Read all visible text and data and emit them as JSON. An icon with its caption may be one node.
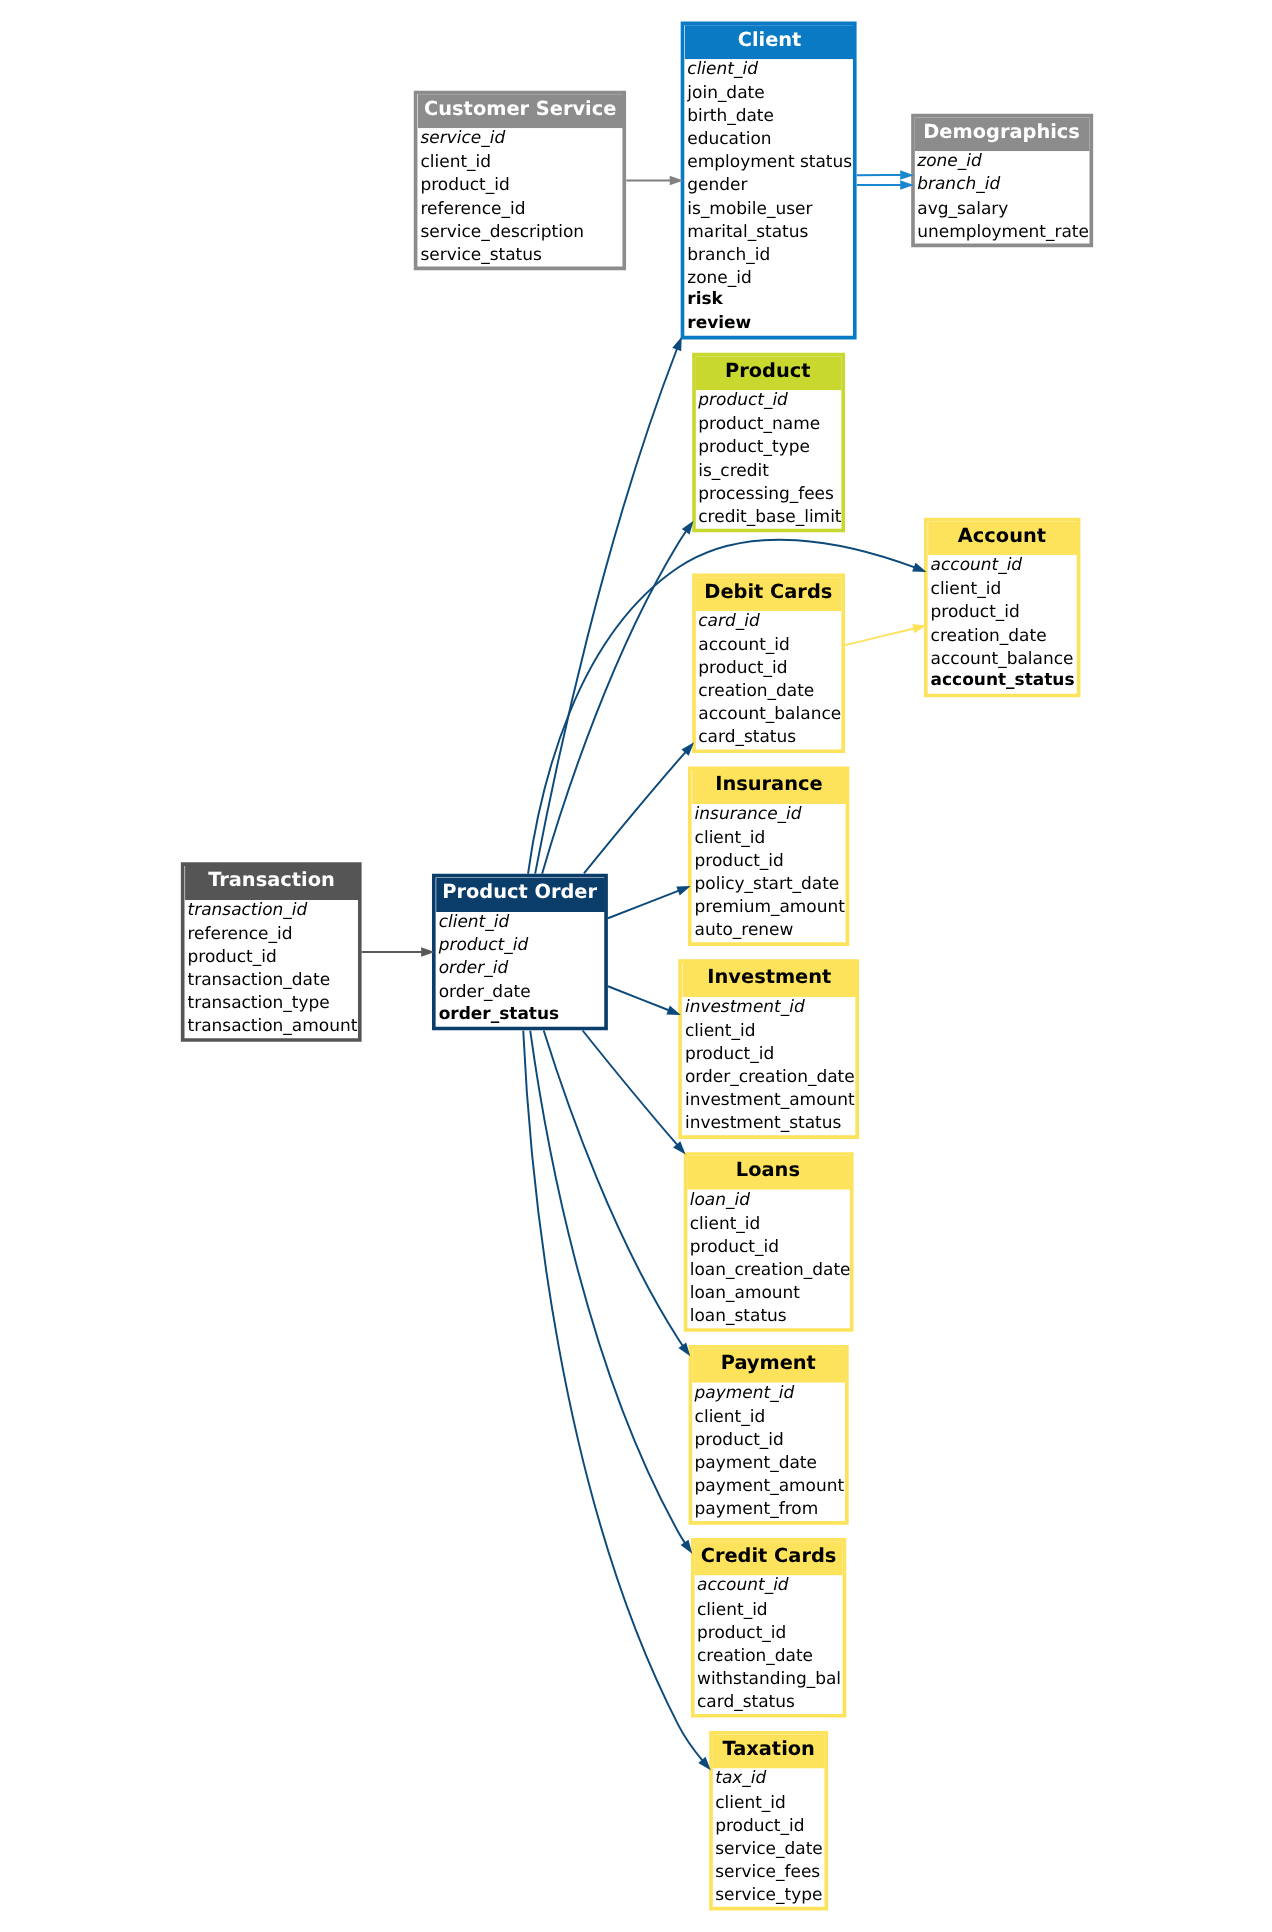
{
  "diagram": {
    "nodes": [
      {
        "text": [
          "Client",
          "client_id",
          "join_date",
          "birth_date",
          "education",
          "employment status",
          "gender",
          "is_mobile_user",
          "marital_status",
          "branch_id",
          "zone_id",
          "risk",
          "review"
        ]
      },
      {
        "text": [
          "Product Order",
          "client_id",
          "product_id",
          "order_id",
          "order_date",
          "order_status"
        ]
      },
      {
        "text": [
          "Product",
          "product_id",
          "product_name",
          "product_type",
          "is_credit",
          "processing_fees",
          "credit_base_limit"
        ]
      },
      {
        "text": [
          "Account",
          "account_id",
          "client_id",
          "product_id",
          "creation_date",
          "account_balance",
          "account_status"
        ]
      },
      {
        "text": [
          "Debit Cards",
          "card_id",
          "account_id",
          "product_id",
          "creation_date",
          "account_balance",
          "card_status"
        ]
      },
      {
        "text": [
          "Customer Service",
          "service_id",
          "client_id",
          "product_id",
          "reference_id",
          "service_description",
          "service_status"
        ]
      },
      {
        "text": [
          "Insurance",
          "insurance_id",
          "client_id",
          "product_id",
          "policy_start_date",
          "premium_amount",
          "auto_renew"
        ]
      },
      {
        "text": [
          "Investment",
          "investment_id",
          "client_id",
          "product_id",
          "order_creation_date",
          "investment_amount",
          "investment_status"
        ]
      },
      {
        "text": [
          "Demographics",
          "zone_id",
          "branch_id",
          "avg_salary",
          "unemployment_rate"
        ]
      },
      {
        "text": [
          "Transaction",
          "transaction_id",
          "reference_id",
          "product_id",
          "transaction_date",
          "transaction_type",
          "transaction_amount"
        ]
      },
      {
        "text": [
          "Loans",
          "loan_id",
          "client_id",
          "product_id",
          "loan_creation_date",
          "loan_amount",
          "loan_status"
        ]
      },
      {
        "text": [
          "Payment",
          "payment_id",
          "client_id",
          "product_id",
          "payment_date",
          "payment_amount",
          "payment_from"
        ]
      },
      {
        "text": [
          "Credit Cards",
          "account_id",
          "client_id",
          "product_id",
          "creation_date",
          "withstanding_bal",
          "card_status"
        ]
      },
      {
        "text": [
          "Taxation",
          "tax_id",
          "client_id",
          "product_id",
          "service_date",
          "service_fees",
          "service_type"
        ]
      }
    ],
    "edges": [
      {
        "from": 1,
        "to": 0,
        "arrow": "to"
      },
      {
        "from": 5,
        "to": 0,
        "arrow": "to",
        "color": "#808080"
      },
      {
        "from": 9,
        "to": 1,
        "arrow": "to",
        "color": "#5a5a5a"
      },
      {
        "from": 1,
        "to": 2,
        "arrow": "to"
      },
      {
        "from": 0,
        "to": 8,
        "arrow": "to",
        "color": "#1a86d0"
      },
      {
        "from": 0,
        "to": 8,
        "arrow": "to",
        "color": "#1a86d0"
      },
      {
        "from": 1,
        "to": 3,
        "arrow": "to"
      },
      {
        "from": 1,
        "to": 4,
        "arrow": "to"
      },
      {
        "from": 1,
        "to": 6,
        "arrow": "to"
      },
      {
        "from": 1,
        "to": 7,
        "arrow": "to"
      },
      {
        "from": 1,
        "to": 10,
        "arrow": "to"
      },
      {
        "from": 1,
        "to": 11,
        "arrow": "to"
      },
      {
        "from": 1,
        "to": 12,
        "arrow": "to"
      },
      {
        "from": 1,
        "to": 13,
        "arrow": "to"
      },
      {
        "from": 4,
        "to": 3,
        "arrow": "to",
        "color": "#fde25c"
      }
    ]
  }
}
